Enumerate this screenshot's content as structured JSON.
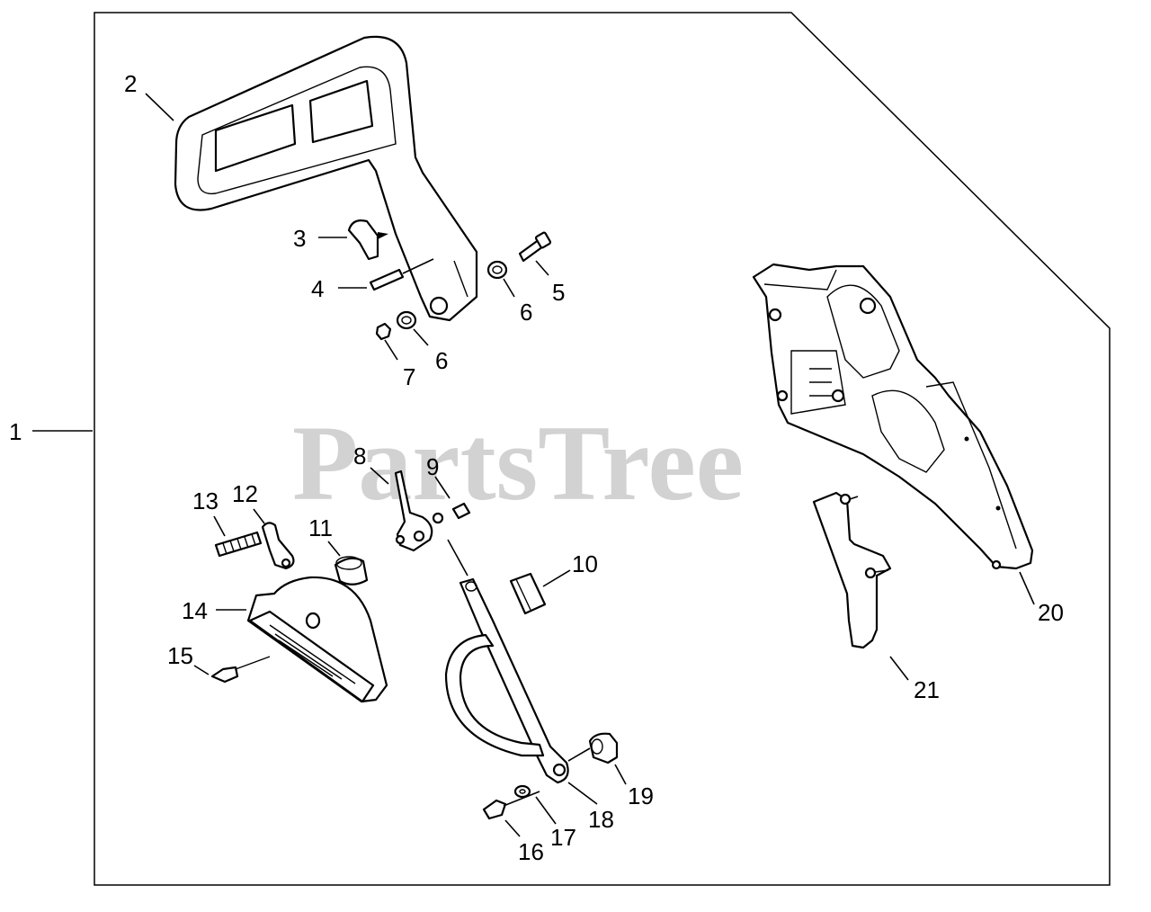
{
  "watermark": "PartsTree",
  "callouts": [
    {
      "id": "c1",
      "text": "1"
    },
    {
      "id": "c2",
      "text": "2"
    },
    {
      "id": "c3",
      "text": "3"
    },
    {
      "id": "c4",
      "text": "4"
    },
    {
      "id": "c5",
      "text": "5"
    },
    {
      "id": "c6a",
      "text": "6"
    },
    {
      "id": "c6b",
      "text": "6"
    },
    {
      "id": "c7",
      "text": "7"
    },
    {
      "id": "c8",
      "text": "8"
    },
    {
      "id": "c9",
      "text": "9"
    },
    {
      "id": "c10",
      "text": "10"
    },
    {
      "id": "c11",
      "text": "11"
    },
    {
      "id": "c12",
      "text": "12"
    },
    {
      "id": "c13",
      "text": "13"
    },
    {
      "id": "c14",
      "text": "14"
    },
    {
      "id": "c15",
      "text": "15"
    },
    {
      "id": "c16",
      "text": "16"
    },
    {
      "id": "c17",
      "text": "17"
    },
    {
      "id": "c18",
      "text": "18"
    },
    {
      "id": "c19",
      "text": "19"
    },
    {
      "id": "c20",
      "text": "20"
    },
    {
      "id": "c21",
      "text": "21"
    }
  ]
}
